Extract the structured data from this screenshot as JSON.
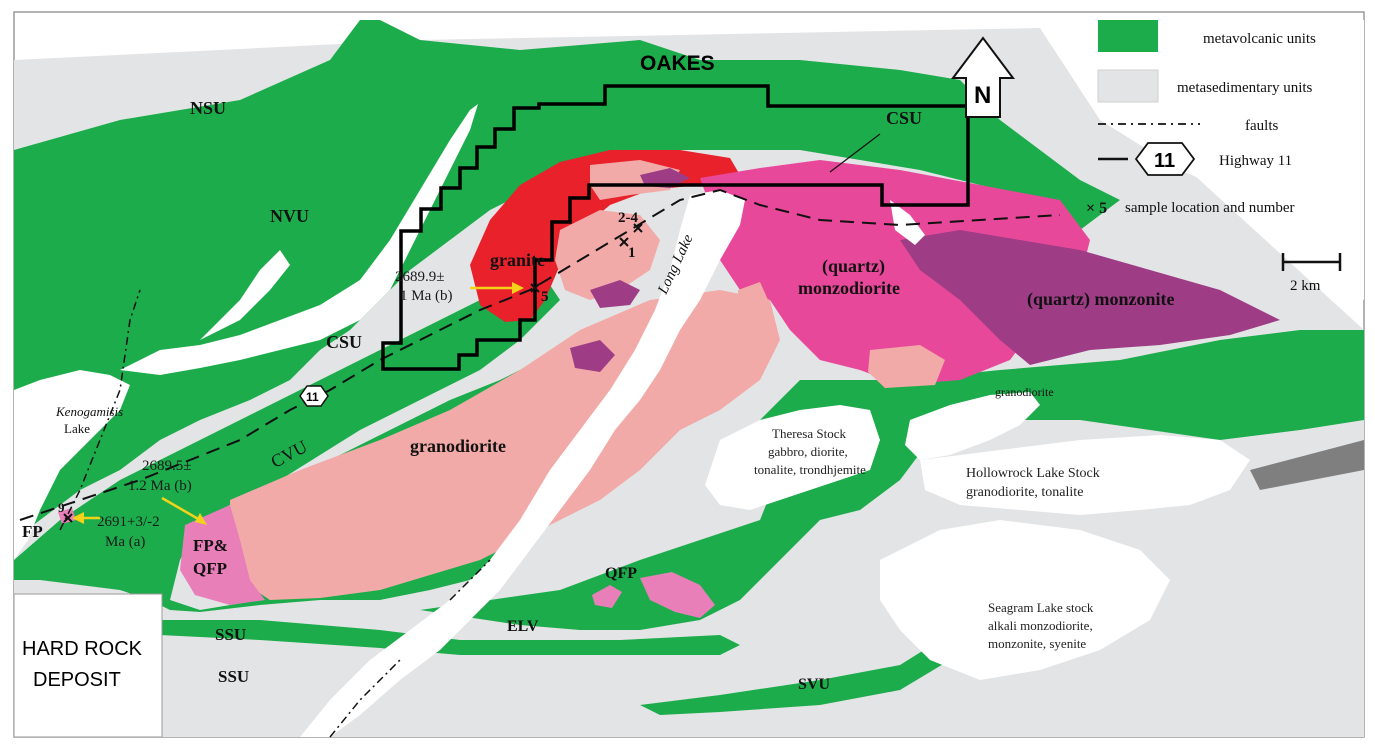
{
  "map": {
    "property_title": "OAKES",
    "hard_rock_box": [
      "HARD ROCK",
      "DEPOSIT"
    ],
    "north_label": "N",
    "units": {
      "nsu": "NSU",
      "nvu": "NVU",
      "csu_west": "CSU",
      "csu_east": "CSU",
      "cvu": "CVU",
      "ssu_upper": "SSU",
      "ssu_lower": "SSU",
      "elv": "ELV",
      "svu": "SVU",
      "fp": "FP",
      "fp_qfp": [
        "FP&",
        "QFP"
      ],
      "qfp": "QFP",
      "granite": "granite",
      "granodiorite": "granodiorite",
      "monzodiorite": [
        "(quartz)",
        "monzodiorite"
      ],
      "monzonite": "(quartz) monzonite",
      "granodiorite_small": "granodiorite"
    },
    "water": {
      "long_lake": "Long Lake",
      "kenogamisis": [
        "Kenogamisis",
        "Lake"
      ]
    },
    "stocks": {
      "theresa": [
        "Theresa Stock",
        "gabbro, diorite,",
        "tonalite, trondhjemite"
      ],
      "hollowrock": [
        "Hollowrock Lake Stock",
        "granodiorite, tonalite"
      ],
      "seagram": [
        "Seagram Lake stock",
        "alkali monzodiorite,",
        "monzonite, syenite"
      ]
    },
    "ages": {
      "sample5": [
        "2689.9±",
        "1 Ma (b)"
      ],
      "cvu": [
        "2689.5±",
        "1.2 Ma (b)"
      ],
      "fp": [
        "2691+3/-2",
        "Ma (a)"
      ]
    },
    "samples": {
      "s1": "1",
      "s24": "2-4",
      "s5": "5",
      "s9": "9"
    },
    "highway_number": "11",
    "scale_label": "2 km"
  },
  "legend": {
    "items": [
      {
        "label": "metavolcanic units",
        "color": "#1cac4b"
      },
      {
        "label": "metasedimentary units",
        "color": "#e3e4e6"
      },
      {
        "label": "faults"
      },
      {
        "label": "Highway 11",
        "symbol_text": "11"
      },
      {
        "label": "sample location and number",
        "symbol_text": "× 5"
      }
    ]
  },
  "colors": {
    "metavolcanic": "#1cac4b",
    "metasedimentary": "#e3e4e6",
    "granite": "#e8212b",
    "granodiorite": "#f2aaa8",
    "monzodiorite": "#e8489a",
    "monzonite": "#9e3c85",
    "qfp": "#e87fb8",
    "water": "#ffffff",
    "claim_outline": "#000000",
    "age_arrow": "#f2d31a"
  }
}
